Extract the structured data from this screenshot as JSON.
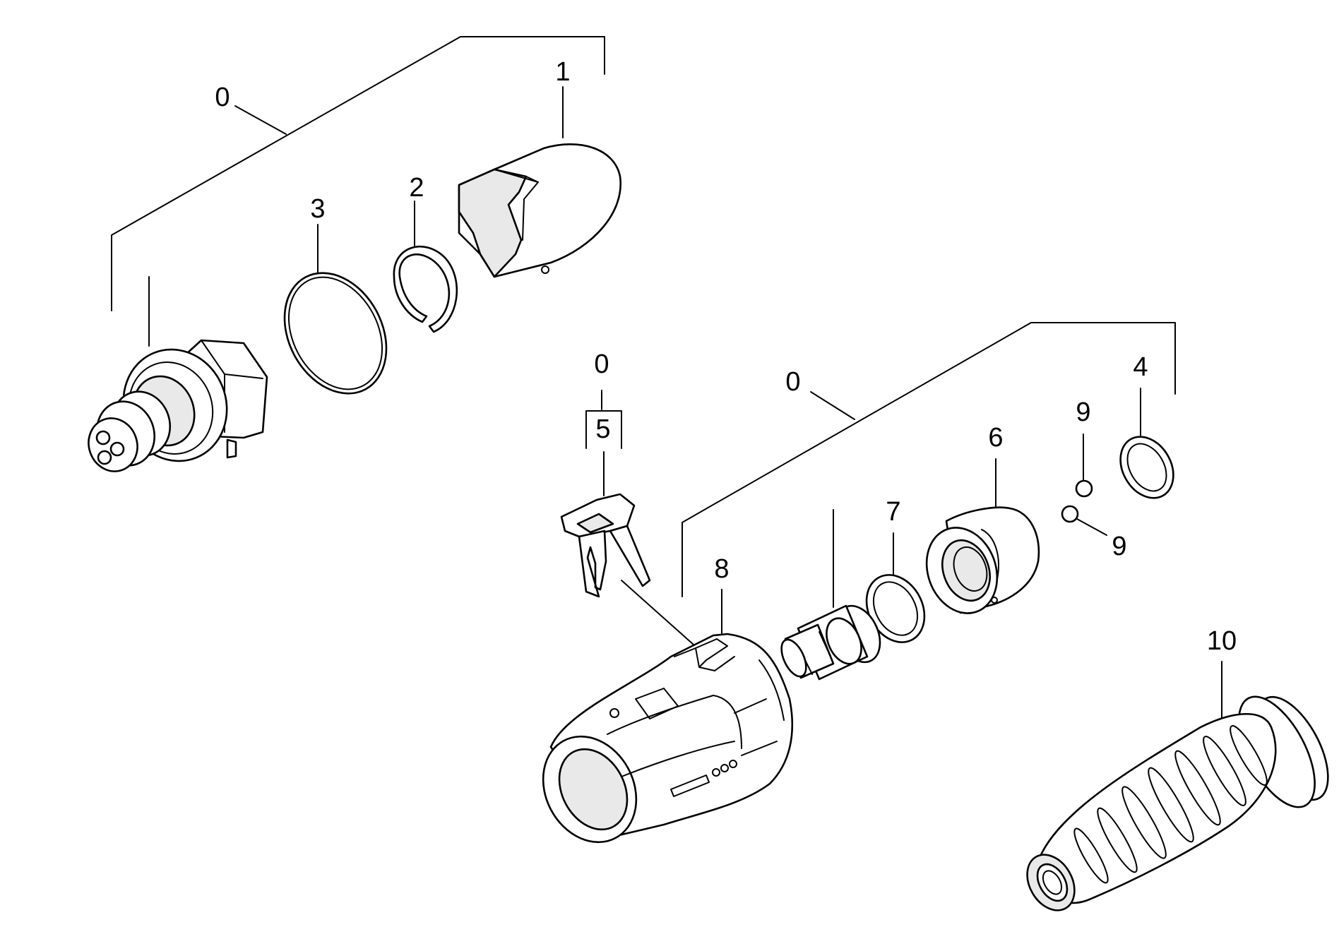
{
  "labels": {
    "group_top": "0",
    "p1": "1",
    "p2": "2",
    "p3": "3",
    "group_mid_small": "0",
    "p5": "5",
    "group_mid_right": "0",
    "p4": "4",
    "p9_top": "9",
    "p6": "6",
    "p9_bottom": "9",
    "p7": "7",
    "p8": "8",
    "p10": "10"
  }
}
